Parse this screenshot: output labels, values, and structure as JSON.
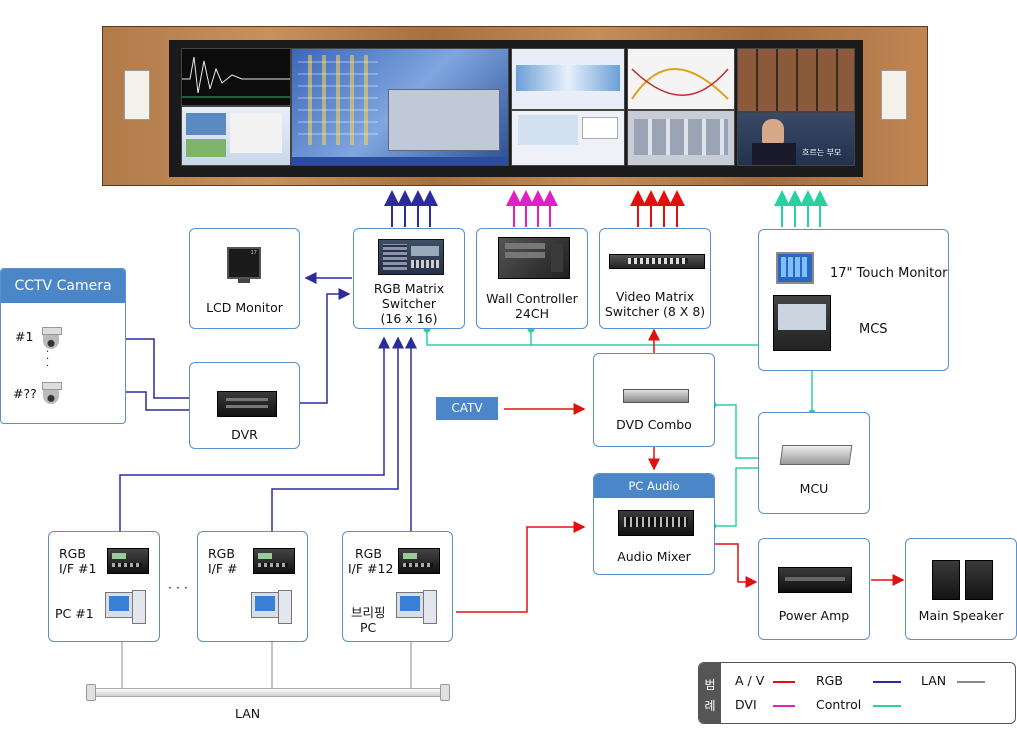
{
  "cctv": {
    "title": "CCTV Camera",
    "cam1": "#1",
    "cam2": "#??",
    "dots": "·\n·\n·"
  },
  "lcd": {
    "label": "LCD Monitor",
    "screen_text": "17"
  },
  "rgb_matrix": {
    "line1": "RGB Matrix",
    "line2": "Switcher",
    "line3": "(16 x 16)"
  },
  "wall_controller": {
    "line1": "Wall Controller",
    "line2": "24CH"
  },
  "video_matrix": {
    "line1": "Video Matrix",
    "line2": "Switcher (8 X 8)"
  },
  "mcs": {
    "touch": "17\" Touch Monitor",
    "label": "MCS"
  },
  "dvr": {
    "label": "DVR"
  },
  "catv": {
    "label": "CATV"
  },
  "dvd": {
    "label": "DVD Combo"
  },
  "mcu": {
    "label": "MCU"
  },
  "audio_mixer": {
    "header": "PC Audio",
    "label": "Audio Mixer"
  },
  "power_amp": {
    "label": "Power Amp"
  },
  "main_speaker": {
    "label": "Main Speaker"
  },
  "pc1": {
    "rgb": "RGB",
    "if": "I/F #1",
    "pc": "PC #1"
  },
  "pc2": {
    "rgb": "RGB",
    "if": "I/F #"
  },
  "pc3": {
    "rgb": "RGB",
    "if": "I/F #12",
    "pc1": "브리핑",
    "pc2": "PC"
  },
  "ellipsis": "· · ·",
  "lan": {
    "label": "LAN"
  },
  "legend": {
    "title1": "범",
    "title2": "례",
    "items": [
      {
        "label": "A / V",
        "color": "#e01010"
      },
      {
        "label": "RGB",
        "color": "#2b2b9c"
      },
      {
        "label": "LAN",
        "color": "#8a8a8a"
      },
      {
        "label": "DVI",
        "color": "#e020c0"
      },
      {
        "label": "Control",
        "color": "#2ad0a0"
      }
    ]
  },
  "video_wall": {
    "news_caption": "흐르는 부모"
  },
  "colors": {
    "av": "#e01010",
    "rgb": "#2b2b9c",
    "lan": "#8a8a8a",
    "dvi": "#e020c0",
    "control": "#2ad0a0",
    "box_border": "#5b8fc7",
    "header_blue": "#4a86c8"
  }
}
